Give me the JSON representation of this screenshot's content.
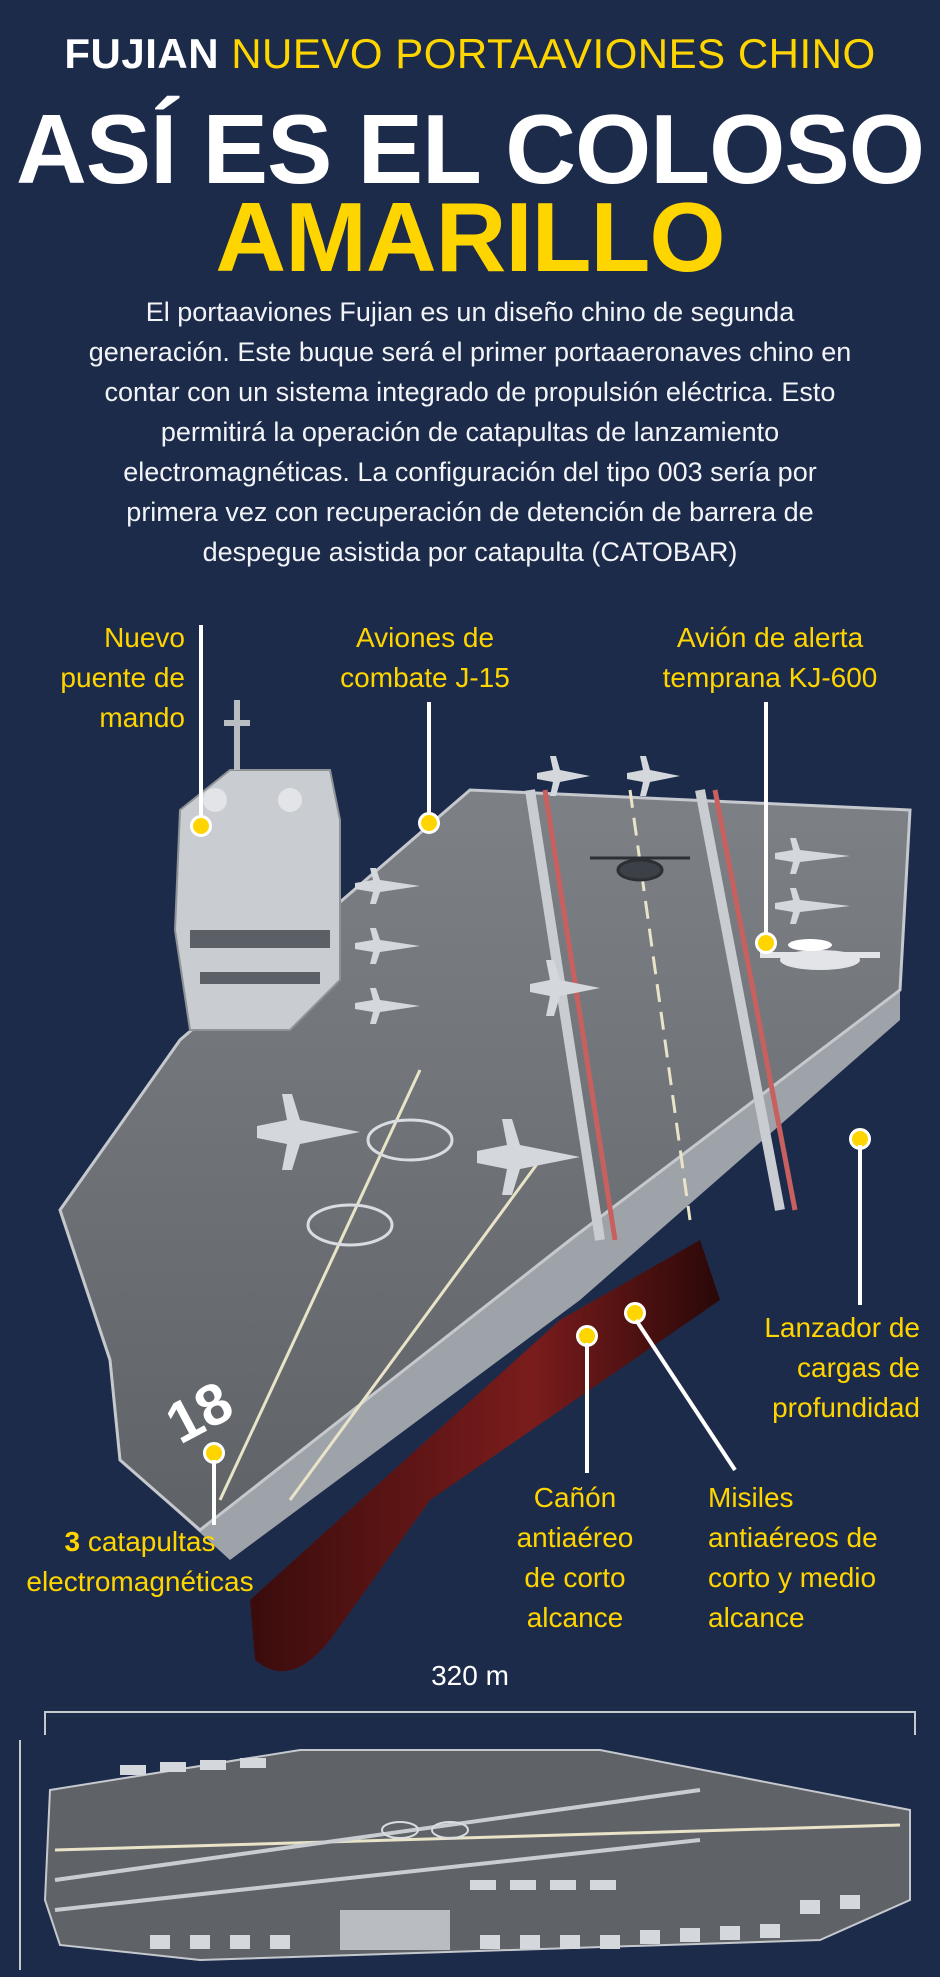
{
  "header": {
    "kicker_white": "FUJIAN",
    "kicker_yellow": "NUEVO PORTAAVIONES CHINO",
    "title_line1": "ASÍ ES EL COLOSO",
    "title_line2": "AMARILLO"
  },
  "intro": {
    "lines": [
      "El portaaviones Fujian es un diseño chino de segunda",
      "generación. Este buque será el primer portaaeronaves chino en",
      "contar con un sistema integrado de propulsión eléctrica. Esto",
      "permitirá la operación de catapultas de lanzamiento",
      "electromagnéticas. La configuración del tipo 003 sería por",
      "primera vez con recuperación de detención de barrera de",
      "despegue asistida por catapulta (CATOBAR)"
    ]
  },
  "callouts": {
    "bridge": [
      "Nuevo",
      "puente de",
      "mando"
    ],
    "fighters": [
      "Aviones de",
      "combate J-15"
    ],
    "awacs": [
      "Avión de alerta",
      "temprana KJ-600"
    ],
    "depth_charge": [
      "Lanzador de",
      "cargas de",
      "profundidad"
    ],
    "catapults_number": "3",
    "catapults": [
      " catapultas",
      "electromagnéticas"
    ],
    "gun": [
      "Cañón",
      "antiaéreo",
      "de corto",
      "alcance"
    ],
    "missiles": [
      "Misiles",
      "antiaéreos de",
      "corto y medio",
      "alcance"
    ]
  },
  "ship": {
    "hull_number": "18",
    "length_label": "320 m"
  },
  "colors": {
    "background": "#1d2b4b",
    "accent": "#ffd500",
    "deck": "#6f7378",
    "hull": "#5a1515",
    "island": "#c9cdd2"
  }
}
